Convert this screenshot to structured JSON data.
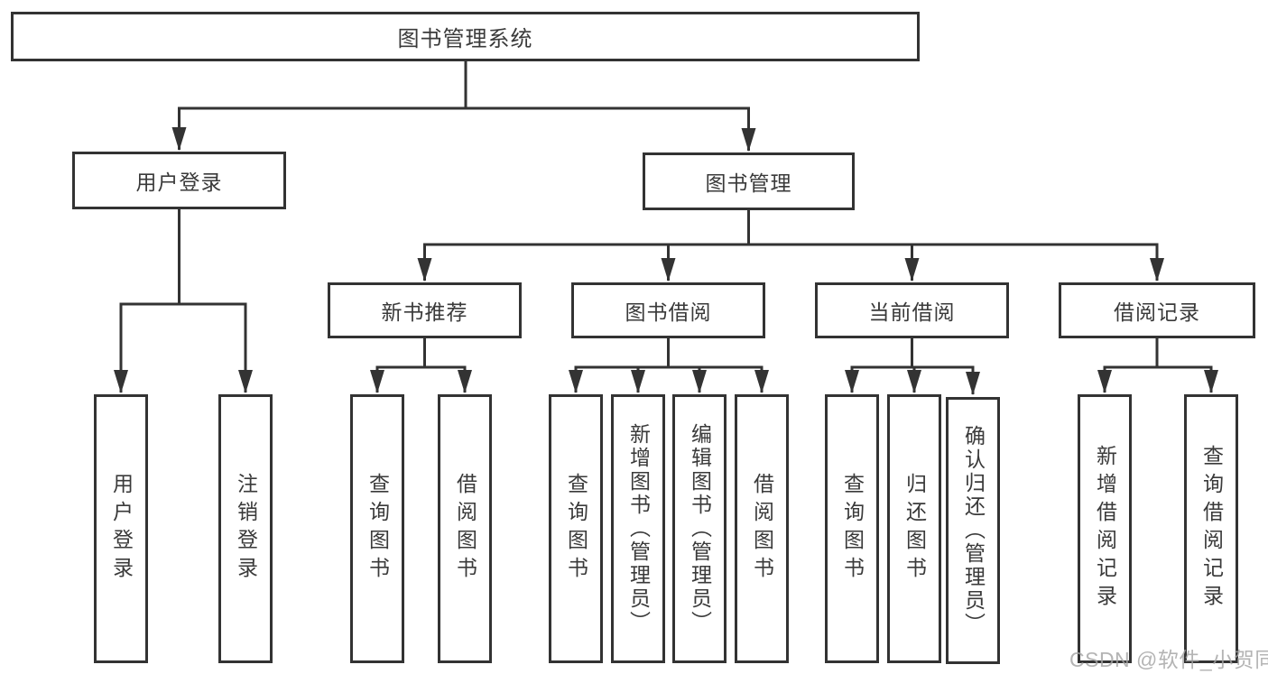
{
  "diagram": {
    "title": "图书管理系统",
    "tree": {
      "root": {
        "label": "图书管理系统",
        "children": [
          {
            "label": "用户登录",
            "children": [
              {
                "label": "用户登录"
              },
              {
                "label": "注销登录"
              }
            ]
          },
          {
            "label": "图书管理",
            "children": [
              {
                "label": "新书推荐",
                "children": [
                  {
                    "label": "查询图书"
                  },
                  {
                    "label": "借阅图书"
                  }
                ]
              },
              {
                "label": "图书借阅",
                "children": [
                  {
                    "label": "查询图书"
                  },
                  {
                    "label": "新增图书（管理员）"
                  },
                  {
                    "label": "编辑图书（管理员）"
                  },
                  {
                    "label": "借阅图书"
                  }
                ]
              },
              {
                "label": "当前借阅",
                "children": [
                  {
                    "label": "查询图书"
                  },
                  {
                    "label": "归还图书"
                  },
                  {
                    "label": "确认归还（管理员）"
                  }
                ]
              },
              {
                "label": "借阅记录",
                "children": [
                  {
                    "label": "新增借阅记录"
                  },
                  {
                    "label": "查询借阅记录"
                  }
                ]
              }
            ]
          }
        ]
      }
    },
    "colors": {
      "line": "#333333",
      "box_border": "#333333",
      "text": "#3a3a3a",
      "watermark": "#a4a4a4",
      "background": "#ffffff"
    }
  },
  "watermark": {
    "text": "CSDN @软件_小贺同学"
  }
}
